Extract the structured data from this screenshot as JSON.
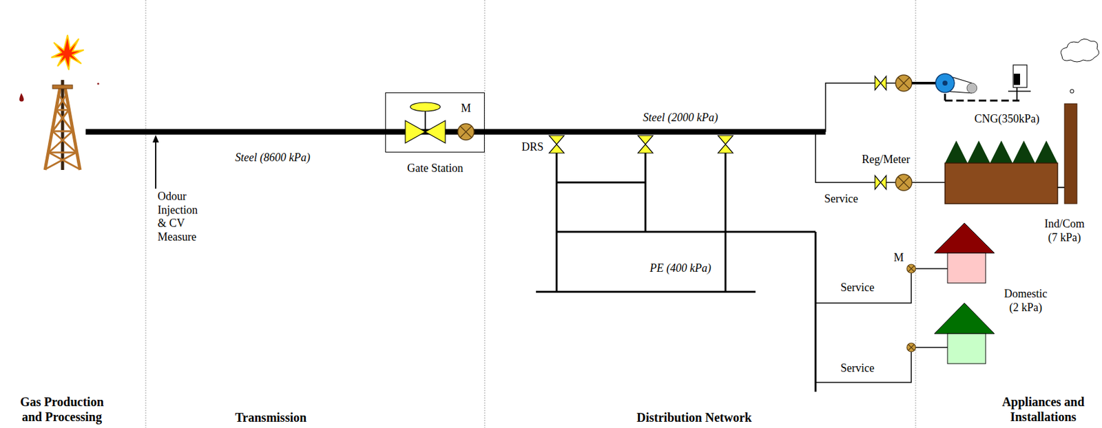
{
  "diagram": {
    "nodes": [
      {
        "text": [
          "M",
          "Gate Station"
        ]
      }
    ],
    "labels": [
      "Steel (8600 kPa)",
      "Odour Injection & CV Measure",
      "DRS",
      "Steel (2000 kPa)",
      "PE (400 kPa)",
      "Reg/Meter",
      "Service",
      "CNG(350kPa)",
      "Ind/Com (7 kPa)",
      "M",
      "Domestic (2 kPa)",
      "Service",
      "Service",
      "Gas Production and Processing",
      "Transmission",
      "Distribution Network",
      "Appliances and Installations"
    ]
  }
}
